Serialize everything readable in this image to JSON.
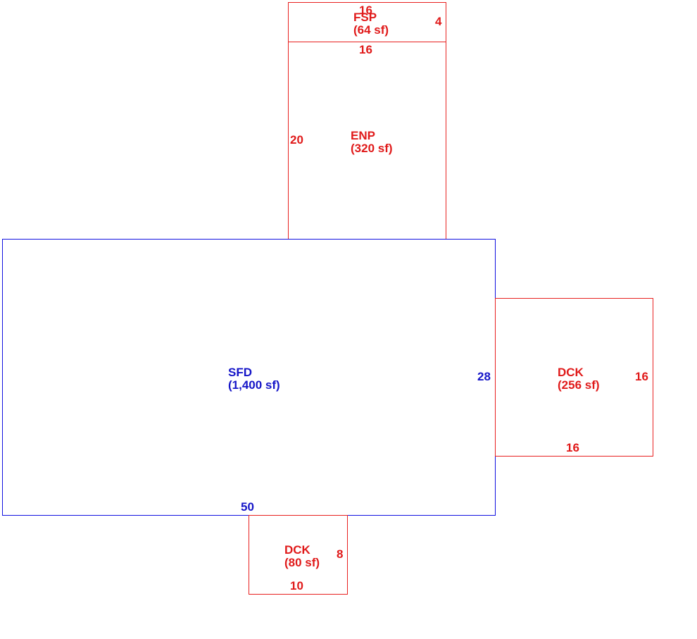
{
  "colors": {
    "addition": "#e01a1a",
    "main": "#1515c8",
    "background": "#ffffff"
  },
  "areas": {
    "fsp": {
      "code": "FSP",
      "area": "(64 sf)",
      "dims": {
        "top": "16",
        "right": "4"
      }
    },
    "enp": {
      "code": "ENP",
      "area": "(320 sf)",
      "dims": {
        "top": "16",
        "left": "20"
      }
    },
    "sfd": {
      "code": "SFD",
      "area": "(1,400 sf)",
      "dims": {
        "right": "28",
        "bottom": "50"
      }
    },
    "dck_right": {
      "code": "DCK",
      "area": "(256 sf)",
      "dims": {
        "right": "16",
        "bottom": "16"
      }
    },
    "dck_bottom": {
      "code": "DCK",
      "area": "(80 sf)",
      "dims": {
        "right": "8",
        "bottom": "10"
      }
    }
  }
}
